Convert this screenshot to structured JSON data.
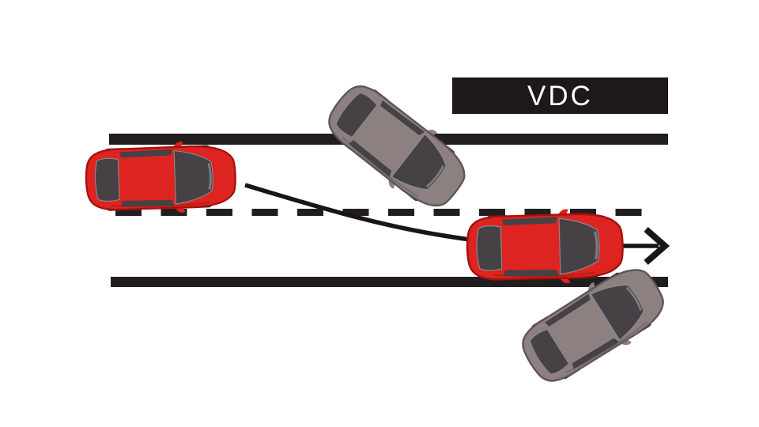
{
  "banner": {
    "label": "VDC",
    "background": "#1d1819",
    "text_color": "#ffffff"
  },
  "colors": {
    "page_background": "#ffffff",
    "road_marking": "#221e1f",
    "trajectory_arrow": "#1a1617",
    "red_car_body": "#dd2420",
    "red_car_outline": "#a6120d",
    "gray_car_body": "#8d8081",
    "gray_car_outline": "#5f5456",
    "car_glass": "#454145",
    "glass_highlight": "#8b888d",
    "tire": "#2b2728"
  },
  "icons": {
    "car_red_start": "red-car-top-view-icon",
    "car_gray_skid_upper": "gray-car-skidding-icon",
    "car_red_corrected": "red-car-top-view-icon",
    "car_gray_skid_lower": "gray-car-skidding-icon",
    "trajectory": "corrected-path-arrow-icon",
    "road_lines": [
      "road-edge-top",
      "lane-divider-dashed",
      "road-edge-bottom"
    ]
  }
}
